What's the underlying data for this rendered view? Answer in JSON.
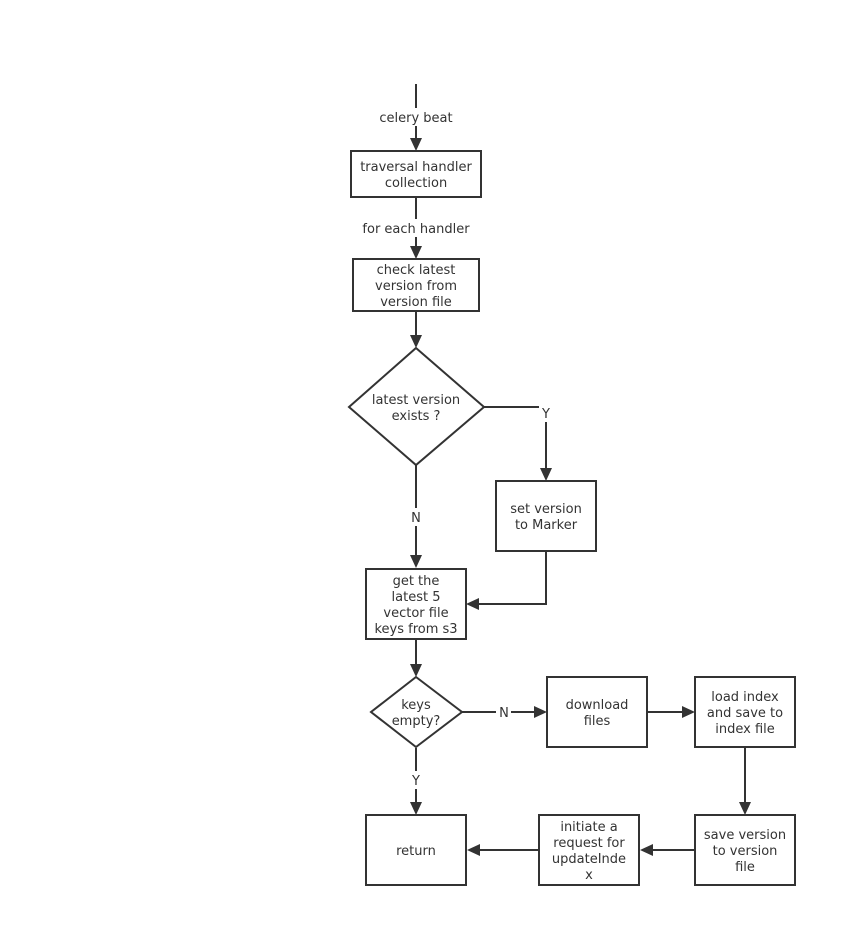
{
  "nodes": {
    "traversal": {
      "lines": [
        "traversal handler",
        "collection"
      ]
    },
    "check": {
      "lines": [
        "check latest",
        "version from",
        "version file"
      ]
    },
    "exists": {
      "lines": [
        "latest version",
        "exists ?"
      ]
    },
    "set_marker": {
      "lines": [
        "set version",
        "to Marker"
      ]
    },
    "get_keys": {
      "lines": [
        "get the",
        "latest 5",
        "vector file",
        "keys from s3"
      ]
    },
    "keys_empty": {
      "lines": [
        "keys",
        "empty?"
      ]
    },
    "download": {
      "lines": [
        "download",
        "files"
      ]
    },
    "load_index": {
      "lines": [
        "load index",
        "and save to",
        "index file"
      ]
    },
    "save_version": {
      "lines": [
        "save version",
        "to version",
        "file"
      ]
    },
    "initiate": {
      "lines": [
        "initiate a",
        "request for",
        "updateInde",
        "x"
      ]
    },
    "return": {
      "lines": [
        "return"
      ]
    }
  },
  "edge_labels": {
    "celery_beat": "celery beat",
    "for_each": "for each handler",
    "exists_yes": "Y",
    "exists_no": "N",
    "empty_no": "N",
    "empty_yes": "Y"
  }
}
